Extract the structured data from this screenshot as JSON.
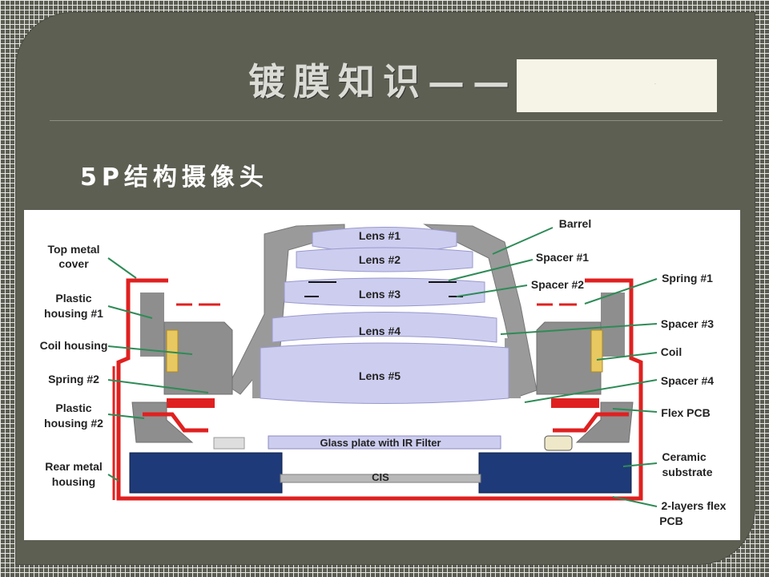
{
  "slide": {
    "title": "镀膜知识——S",
    "subtitle": "5P结构摄像头"
  },
  "diagram": {
    "lenses": [
      "Lens #1",
      "Lens #2",
      "Lens #3",
      "Lens #4",
      "Lens #5"
    ],
    "glass_plate": "Glass plate with IR Filter",
    "sensor": "CIS",
    "left_labels": {
      "top_metal_cover": [
        "Top metal",
        "cover"
      ],
      "plastic_housing_1": [
        "Plastic",
        "housing #1"
      ],
      "coil_housing": "Coil housing",
      "spring_2": "Spring #2",
      "plastic_housing_2": [
        "Plastic",
        "housing #2"
      ],
      "rear_metal_housing": [
        "Rear metal",
        "housing"
      ]
    },
    "right_labels": {
      "barrel": "Barrel",
      "spacer_1": "Spacer #1",
      "spacer_2": "Spacer #2",
      "spring_1": "Spring #1",
      "spacer_3": "Spacer #3",
      "coil": "Coil",
      "spacer_4": "Spacer #4",
      "flex_pcb": "Flex PCB",
      "ceramic_substrate": [
        "Ceramic",
        "substrate"
      ],
      "two_layers_flex_pcb": [
        "2-layers flex",
        "PCB"
      ]
    },
    "colors": {
      "barrel_gray": "#9a9a9a",
      "housing_gray": "#8e8e8e",
      "lens_lavender": "#cdcdf0",
      "metal_red": "#e02020",
      "substrate_blue": "#1e3a78",
      "coil_yellow": "#e8c860",
      "pointer_green": "#2e8b57"
    }
  }
}
